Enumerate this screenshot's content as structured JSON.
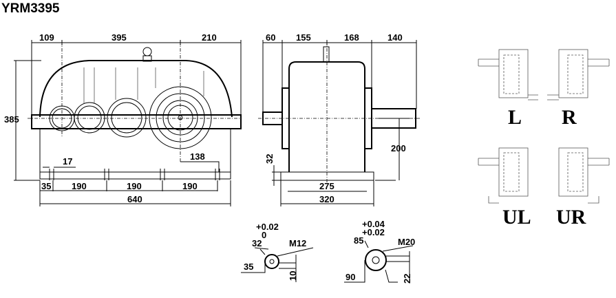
{
  "title": "YRM3395",
  "front_view": {
    "dims": {
      "d109": "109",
      "d395": "395",
      "d210": "210",
      "d385": "385",
      "d17": "17",
      "d138": "138",
      "d35": "35",
      "d190a": "190",
      "d190b": "190",
      "d190c": "190",
      "d640": "640"
    }
  },
  "side_view": {
    "dims": {
      "d60": "60",
      "d155": "155",
      "d168": "168",
      "d140": "140",
      "d32": "32",
      "d200": "200",
      "d275": "275",
      "d320": "320"
    }
  },
  "input_shaft": {
    "tol_upper": "+0.02",
    "tol_lower": "0",
    "diameter": "32",
    "thread": "M12",
    "height": "35",
    "key": "10"
  },
  "output_shaft": {
    "tol_upper": "+0.04",
    "tol_lower": "+0.02",
    "diameter": "85",
    "thread": "M20",
    "height": "90",
    "key": "22"
  },
  "arrangements": [
    "L",
    "R",
    "UL",
    "UR"
  ]
}
